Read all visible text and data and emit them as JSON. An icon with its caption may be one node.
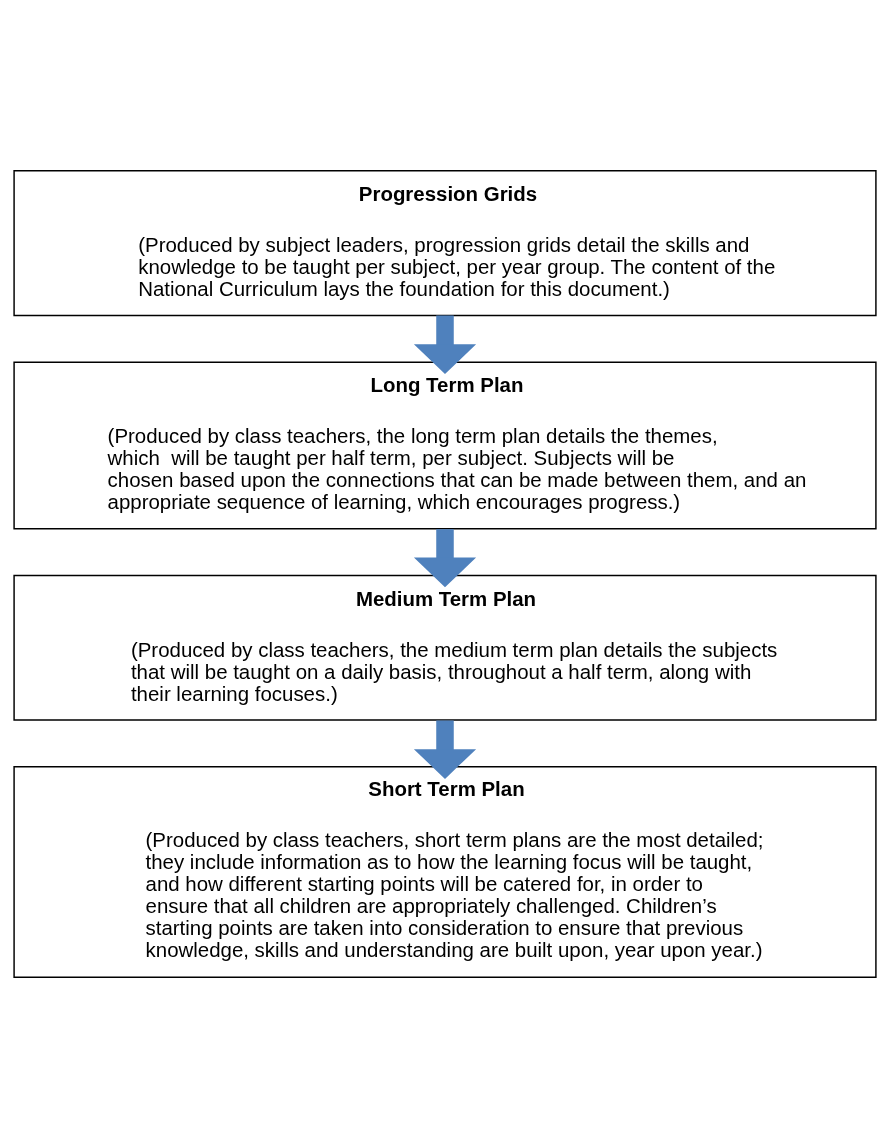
{
  "diagram": {
    "nodes": [
      {
        "text": [
          "Progression Grids",
          "(Produced by subject leaders, progression grids detail the skills and knowledge to be taught per subject, per year group. The content of the National Curriculum lays the foundation for this document.)"
        ]
      },
      {
        "text": [
          "Long Term Plan",
          "(Produced by class teachers, the long term plan details the themes, which  will be taught per half term, per subject. Subjects will be chosen based upon the connections that can be made between them, and an appropriate sequence of learning, which encourages progress.)"
        ]
      },
      {
        "text": [
          "Medium Term Plan",
          "(Produced by class teachers, the medium term plan details the subjects that will be taught on a daily basis, throughout a half term, along with their learning focuses.)"
        ]
      },
      {
        "text": [
          "Short Term Plan",
          "(Produced by class teachers, short term plans are the most detailed; they include information as to how the learning focus will be taught, and how different starting points will be catered for, in order to ensure that all children are appropriately challenged. Children’s starting points are taken into consideration to ensure that previous knowledge, skills and understanding are built upon, year upon year.)"
        ]
      }
    ],
    "edges": [
      {
        "from": 0,
        "to": 1,
        "arrow": "to"
      },
      {
        "from": 1,
        "to": 2,
        "arrow": "to"
      },
      {
        "from": 2,
        "to": 3,
        "arrow": "to"
      }
    ]
  }
}
